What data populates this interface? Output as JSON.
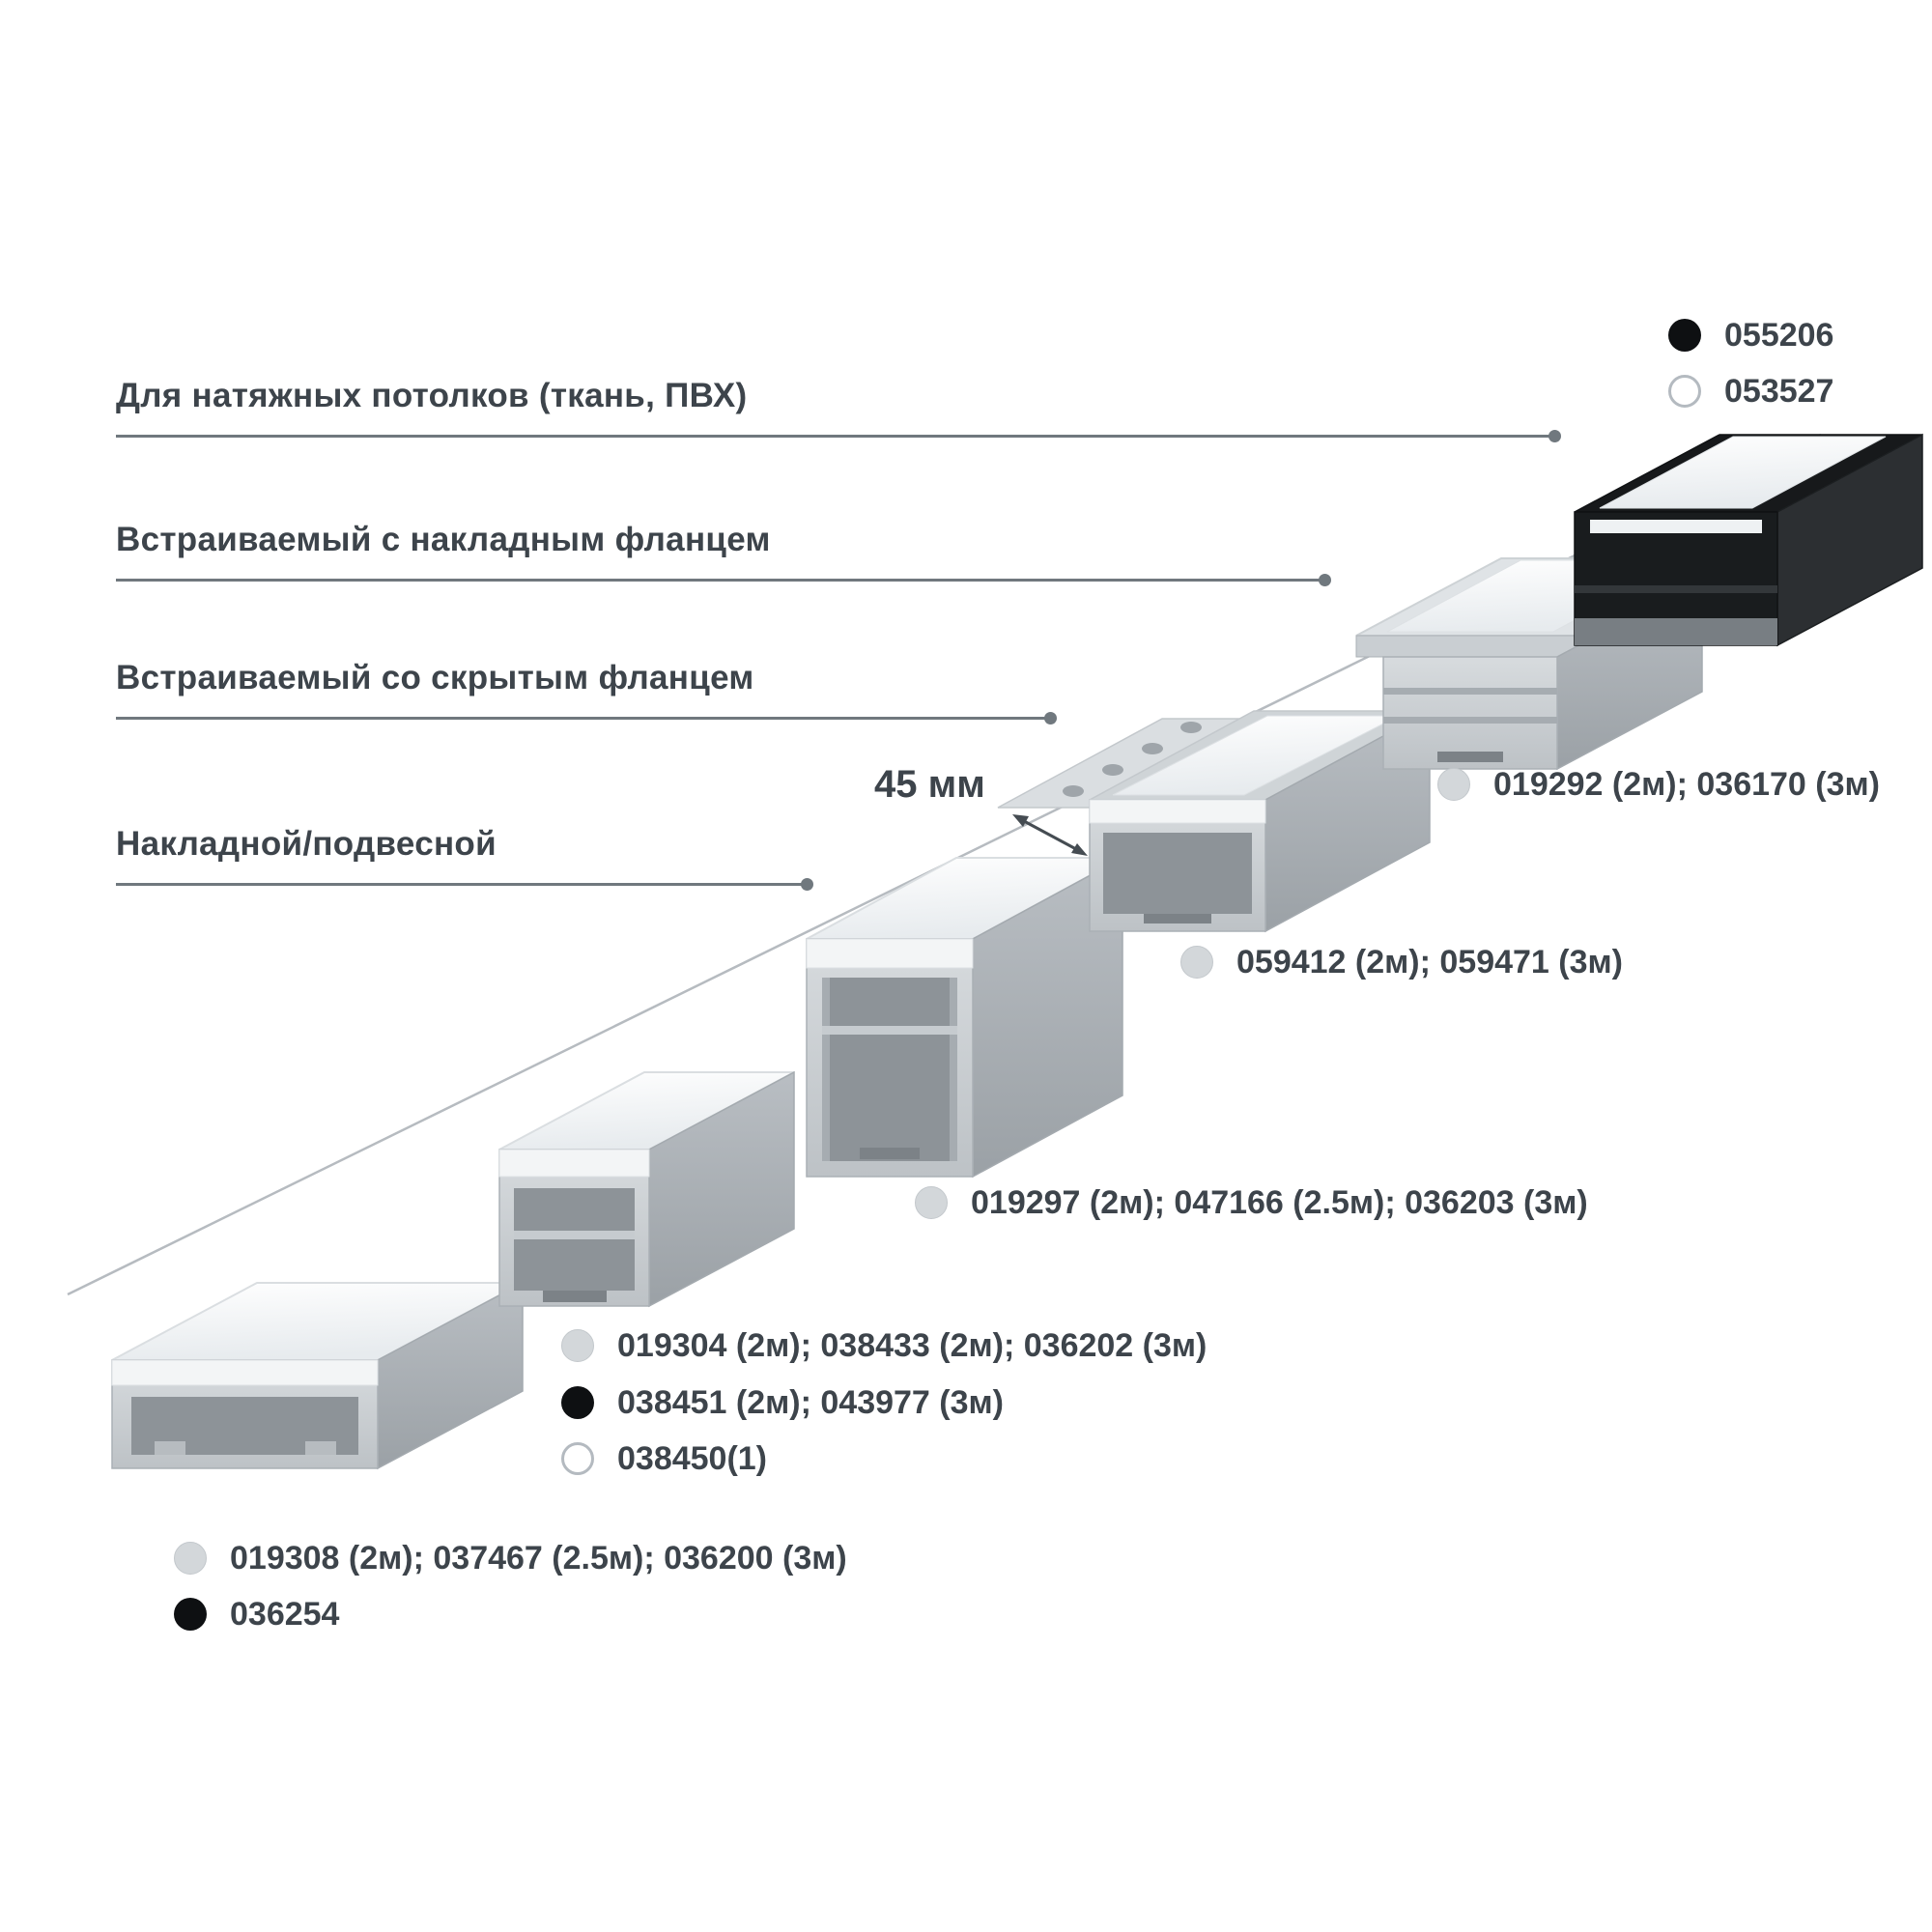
{
  "colors": {
    "background": "#ffffff",
    "text": "#3d444b",
    "leader_line": "#70787e",
    "diagonal_line": "#b6bbc0",
    "dot_gray": "#d3d7da",
    "dot_black": "#0e1012",
    "dot_white_border": "#b4bac0",
    "aluminum_light": "#e7ebee",
    "aluminum_mid": "#c6cbcf",
    "black_profile": "#191c1e"
  },
  "category_labels": [
    {
      "text": "Для натяжных потолков (ткань, ПВХ)"
    },
    {
      "text": "Встраиваемый с накладным фланцем"
    },
    {
      "text": "Встраиваемый со скрытым фланцем"
    },
    {
      "text": "Накладной/подвесной"
    }
  ],
  "dimension_label": {
    "text": "45 мм"
  },
  "product_codes": [
    {
      "marker": "black",
      "text": "055206"
    },
    {
      "marker": "white",
      "text": "053527"
    },
    {
      "marker": "gray",
      "text": "019292 (2м); 036170 (3м)"
    },
    {
      "marker": "gray",
      "text": "059412 (2м); 059471 (3м)"
    },
    {
      "marker": "gray",
      "text": "019297 (2м); 047166 (2.5м); 036203 (3м)"
    },
    {
      "marker": "gray",
      "text": "019304 (2м); 038433 (2м); 036202 (3м)"
    },
    {
      "marker": "black",
      "text": "038451 (2м); 043977 (3м)"
    },
    {
      "marker": "white",
      "text": "038450(1)"
    },
    {
      "marker": "gray",
      "text": "019308 (2м); 037467 (2.5м); 036200 (3м)"
    },
    {
      "marker": "black",
      "text": "036254"
    }
  ],
  "profiles": [
    {
      "name": "surface-mounted-low-profile"
    },
    {
      "name": "surface-square-profile-small"
    },
    {
      "name": "surface-square-profile-large"
    },
    {
      "name": "recessed-hidden-flange-profile"
    },
    {
      "name": "recessed-flange-profile"
    },
    {
      "name": "stretch-ceiling-profile"
    }
  ]
}
